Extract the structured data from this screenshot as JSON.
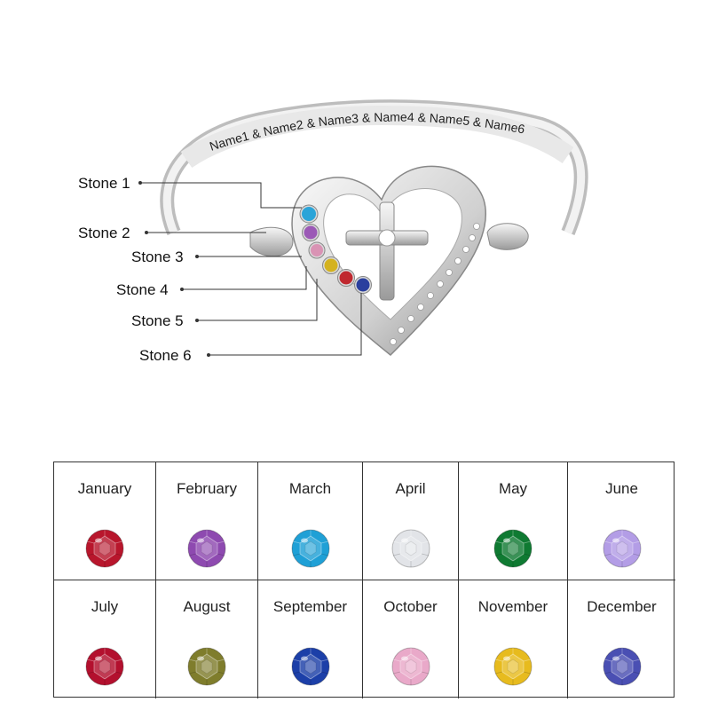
{
  "engraving": "Name1 & Name2 & Name3 & Name4 & Name5 & Name6",
  "stone_labels": [
    "Stone 1",
    "Stone 2",
    "Stone 3",
    "Stone 4",
    "Stone 5",
    "Stone 6"
  ],
  "stone_colors": [
    "#2ba4d8",
    "#9b59b6",
    "#d993b4",
    "#d4b21f",
    "#c0282f",
    "#2a3f9e"
  ],
  "birthstones": [
    {
      "month": "January",
      "color": "#b8162c"
    },
    {
      "month": "February",
      "color": "#8e4ab0"
    },
    {
      "month": "March",
      "color": "#1fa0d6"
    },
    {
      "month": "April",
      "color": "#e2e4e8"
    },
    {
      "month": "May",
      "color": "#0f7a32"
    },
    {
      "month": "June",
      "color": "#b39de6"
    },
    {
      "month": "July",
      "color": "#b3102e"
    },
    {
      "month": "August",
      "color": "#7f7d2c"
    },
    {
      "month": "September",
      "color": "#1c3fa8"
    },
    {
      "month": "October",
      "color": "#e9a9c9"
    },
    {
      "month": "November",
      "color": "#e7bb1e"
    },
    {
      "month": "December",
      "color": "#4a4fb3"
    }
  ]
}
